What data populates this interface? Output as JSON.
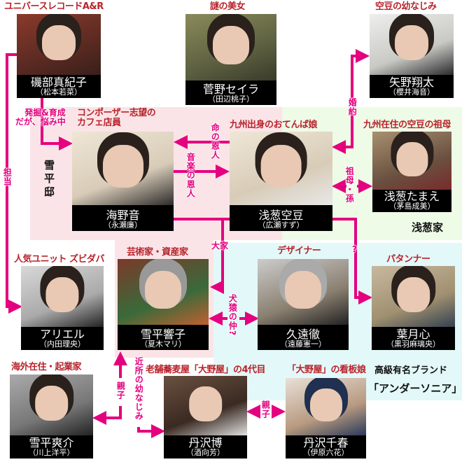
{
  "colors": {
    "role": "#b8232b",
    "relation": "#e4007f",
    "yukihira_house": "#fbe4e7",
    "asagi_house": "#eefbe7",
    "brand": "#e3f8f8"
  },
  "characters": [
    {
      "role": "ユニバースレコードA&R",
      "name": "磯部真紀子",
      "actor": "（松本若菜）"
    },
    {
      "role": "謎の美女",
      "name": "菅野セイラ",
      "actor": "（田辺桃子）"
    },
    {
      "role": "空豆の幼なじみ",
      "name": "矢野翔太",
      "actor": "（櫻井海音）"
    },
    {
      "role": "コンポーザー志望の\nカフェ店員",
      "name": "海野音",
      "actor": "（永瀬廉）"
    },
    {
      "role": "九州出身のおてんば娘",
      "name": "浅葱空豆",
      "actor": "（広瀬すず）"
    },
    {
      "role": "九州在住の空豆の祖母",
      "name": "浅葱たまえ",
      "actor": "（茅島成美）"
    },
    {
      "role": "人気ユニット ズビダバ",
      "name": "アリエル",
      "actor": "（内田理央）"
    },
    {
      "role": "芸術家・資産家",
      "name": "雪平響子",
      "actor": "（夏木マリ）"
    },
    {
      "role": "デザイナー",
      "name": "久遠徹",
      "actor": "（遠藤憲一）"
    },
    {
      "role": "パタンナー",
      "name": "葉月心",
      "actor": "（黒羽麻璃央）"
    },
    {
      "role": "海外在住・起業家",
      "name": "雪平爽介",
      "actor": "（川上洋平）"
    },
    {
      "role": "老舗蕎麦屋「大野屋」の4代目",
      "name": "丹沢博",
      "actor": "（酒向芳）"
    },
    {
      "role": "「大野屋」の看板娘",
      "name": "丹沢千春",
      "actor": "（伊原六花）"
    }
  ],
  "groups": {
    "yukihira": "雪平邸",
    "asagi": "浅葱家",
    "brand_line1": "高級有名ブランド",
    "brand_line2": "「アンダーソニア」"
  },
  "relations": {
    "tanto": "担当",
    "hakkutsu": "発掘&育成\nだが、悩み中",
    "inochi": "命の恩人",
    "ongaku": "音楽の恩人",
    "konyaku": "婚約",
    "sobo": "祖母・孫",
    "ooya": "大家",
    "question": "?",
    "kenen": "犬猿の仲?",
    "oyako1": "親子",
    "kinjo": "近所の幼なじみ",
    "oyako2": "親子"
  }
}
